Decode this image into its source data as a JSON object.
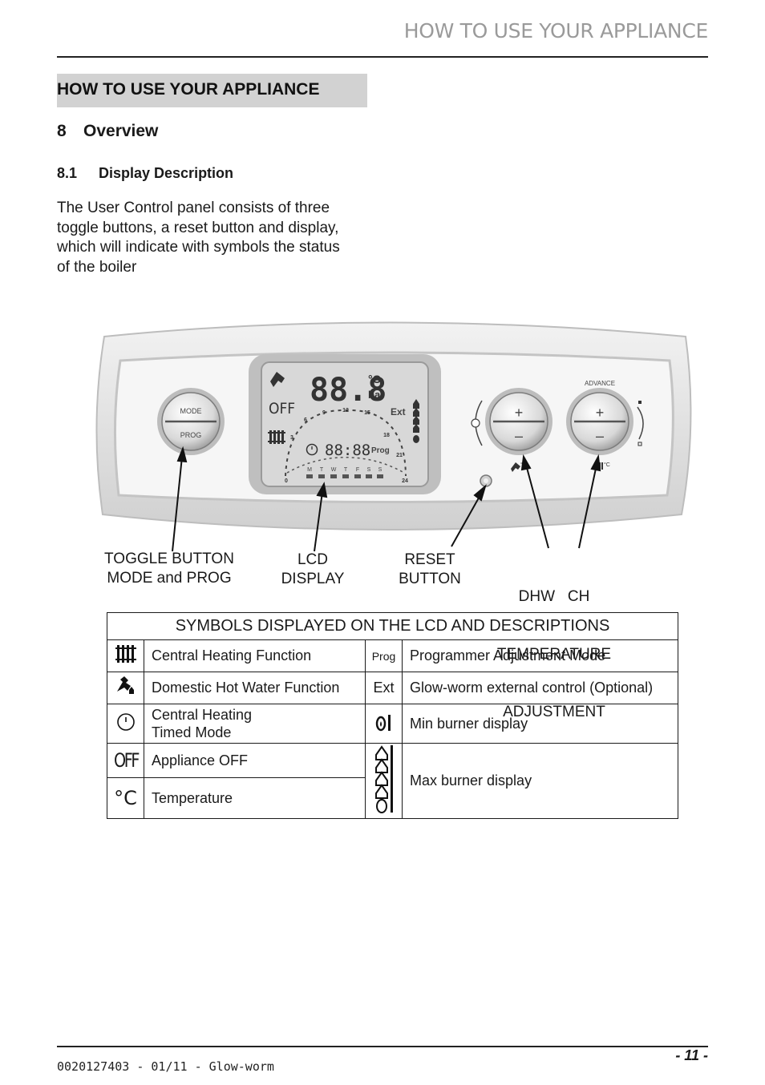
{
  "header": {
    "running_title": "HOW TO USE YOUR APPLIANCE"
  },
  "section": {
    "title": "HOW TO USE YOUR APPLIANCE"
  },
  "overview": {
    "number": "8",
    "title": "Overview"
  },
  "subsection": {
    "number": "8.1",
    "title": "Display Description"
  },
  "intro_lines": [
    "The User Control panel consists of three",
    "toggle buttons, a reset  button and display,",
    "which will indicate with symbols the status",
    "of the boiler"
  ],
  "panel": {
    "mode_label": "MODE",
    "prog_label": "PROG",
    "advance_label": "ADVANCE",
    "plus": "+",
    "minus": "–",
    "lcd": {
      "big_digits": "88.8",
      "unit_c": "°C",
      "unit_bar": "bar",
      "off": "OFF",
      "ext": "Ext",
      "clock": "88:88",
      "prog": "Prog",
      "hours": [
        "0",
        "3",
        "6",
        "9",
        "12",
        "15",
        "18",
        "21",
        "24"
      ],
      "days": [
        "M",
        "T",
        "W",
        "T",
        "F",
        "S",
        "S"
      ]
    },
    "dhw_unit": "°C",
    "ch_unit": "°C"
  },
  "callouts": {
    "toggle": [
      "TOGGLE BUTTON",
      "MODE and PROG"
    ],
    "lcd": [
      "LCD",
      "DISPLAY"
    ],
    "reset": [
      "RESET",
      "BUTTON"
    ],
    "temp": [
      "DHW   CH",
      "TEMPERATURE",
      "ADJUSTMENT"
    ]
  },
  "symbols_table": {
    "title": "SYMBOLS DISPLAYED ON THE LCD AND DESCRIPTIONS",
    "rows": [
      {
        "icon": "radiator-icon",
        "desc": "Central Heating Function",
        "icon2_text": "Prog",
        "desc2": "Programmer Adjustment Mode"
      },
      {
        "icon": "tap-icon",
        "desc": "Domestic Hot Water Function",
        "icon2_text": "Ext",
        "desc2": "Glow-worm external control (Optional)"
      },
      {
        "icon": "clock-icon",
        "desc_lines": [
          "Central Heating",
          "Timed Mode"
        ],
        "icon2": "min-flame-icon",
        "desc2": "Min burner display"
      },
      {
        "icon_text": "OFF",
        "desc": "Appliance OFF",
        "icon2": "max-flame-icon",
        "desc2": "Max burner display"
      },
      {
        "icon_text": "°C",
        "desc": "Temperature"
      }
    ]
  },
  "footer": {
    "page_number": "- 11 -",
    "reference": "0020127403 - 01/11 - Glow-worm"
  },
  "colors": {
    "banner": "#d2d2d2",
    "header_text": "#9a9a9a",
    "lcd": "#d8d8d8",
    "panel": "#e6e6e6"
  }
}
